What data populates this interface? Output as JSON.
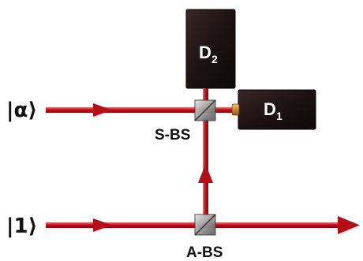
{
  "inputs": {
    "alpha_ket": "|α⟩",
    "one_ket": "|1⟩"
  },
  "detectors": {
    "d2": {
      "letter": "D",
      "sub": "2"
    },
    "d1": {
      "letter": "D",
      "sub": "1"
    }
  },
  "beam_splitters": {
    "sbs": "S-BS",
    "abs": "A-BS"
  },
  "colors": {
    "beam": "#c0111c",
    "beam_highlight": "#ff5a5a",
    "detector_body": "#1f1414",
    "splitter": "#b8b8b8",
    "lens": "#c98a28"
  }
}
